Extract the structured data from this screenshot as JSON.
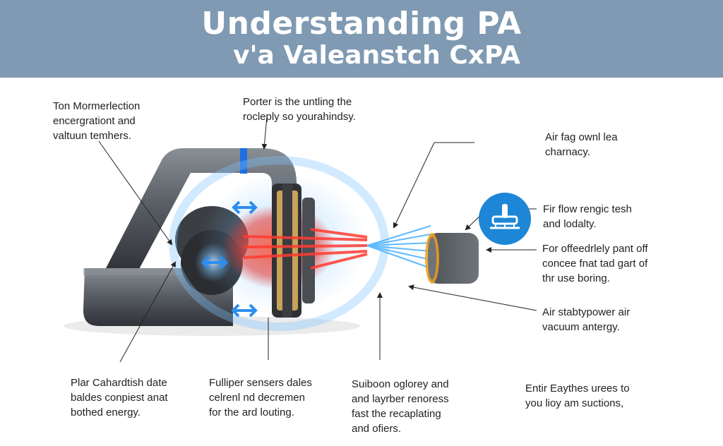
{
  "header": {
    "title_line1": "Understanding PA",
    "title_line2": "v'a Valeanstch CxPA"
  },
  "callouts": {
    "top_left": [
      "Ton Mormerlection",
      "encergrationt and",
      "valtuun temhers."
    ],
    "top_center": [
      "Porter is the untling the",
      "rocleply so yourahindsy."
    ],
    "right_1": [
      "Air fag ownl lea",
      "charnacy."
    ],
    "right_2": [
      "Fir flow rengic tesh",
      "and lodalty."
    ],
    "right_3": [
      "For offeedrlely pant off",
      "concee fnat tad gart of",
      "thr use boring."
    ],
    "right_4": [
      "Air stabtypower air",
      "vacuum antergy."
    ],
    "bottom_1": [
      "Plar Cahardtish date",
      "baldes conpiest anat",
      "bothed energy."
    ],
    "bottom_2": [
      "Fulliper sensers dales",
      "celrenl nd decremen",
      "for the ard louting."
    ],
    "bottom_3": [
      "Suiboon oglorey and",
      "and layrber renoress",
      "fast the recaplating",
      "and ofiers."
    ],
    "bottom_4": [
      "Entir Eaythes urees to",
      "you lioy am suctions,"
    ]
  },
  "icons": {
    "badge_icon": "vacuum-nozzle-icon",
    "flow_arrows": "double-arrow-icon"
  },
  "colors": {
    "header": "#7f9ab2",
    "badge": "#1e86d6",
    "heat": "#e5322b",
    "airflow": "#4fb3ff",
    "body": "#5a5f66"
  }
}
